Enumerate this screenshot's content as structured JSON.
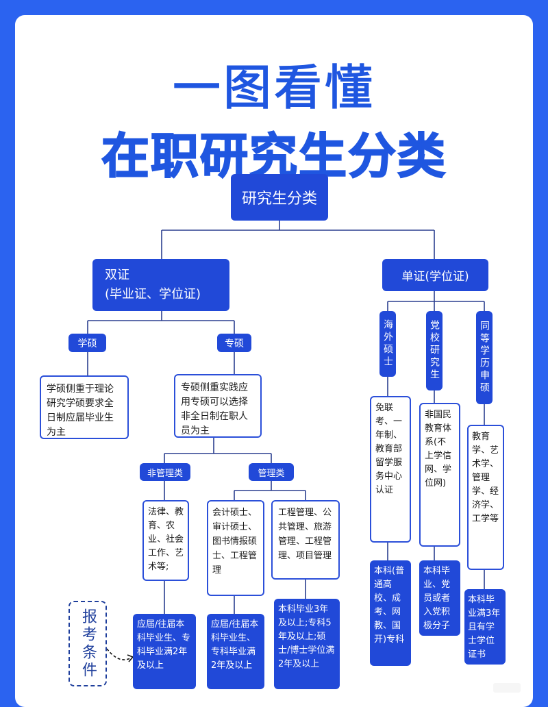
{
  "title": {
    "line1": "一图看懂",
    "line2": "在职研究生分类"
  },
  "root": "研究生分类",
  "double": {
    "line1": "双证",
    "line2": "(毕业证、学位证)"
  },
  "single": "单证(学位证)",
  "academic": {
    "label": "学硕",
    "desc": "学硕侧重于理论研究学硕要求全日制应届毕业生为主"
  },
  "professional": {
    "label": "专硕",
    "desc": "专硕侧重实践应用专硕可以选择非全日制在职人员为主"
  },
  "non_mgmt": {
    "label": "非管理类",
    "desc": "法律、教育、农业、社会工作、艺术等;",
    "cond": "应届/往届本科毕业生、专科毕业满2年及以上"
  },
  "mgmt": {
    "label": "管理类",
    "a_desc": "会计硕士、审计硕士、图书情报硕士、工程管理",
    "a_cond": "应届/往届本科毕业生、专科毕业满2年及以上",
    "b_desc": "工程管理、公共管理、旅游管理、工程管理、项目管理",
    "b_cond": "本科毕业3年及以上;专科5年及以上;硕士/博士学位满2年及以上"
  },
  "overseas": {
    "label": "海外硕士",
    "desc": "免联考、一年制、教育部留学服务中心认证",
    "cond": "本科(普通高校、成考、网教、国开)专科"
  },
  "party": {
    "label": "党校研究生",
    "desc": "非国民教育体系(不上学信网、学位网)",
    "cond": "本科毕业、党员或者入党积极分子"
  },
  "equivalent": {
    "label": "同等学历申硕",
    "desc": "教育学、艺术学、管理学、经济学、工学等",
    "cond": "本科毕业满3年且有学士学位证书"
  },
  "conditions_label": "报考条件",
  "colors": {
    "background": "#2b63f0",
    "box_fill": "#2149d8",
    "title": "#1f56e0",
    "outline": "#2b4fd9"
  }
}
